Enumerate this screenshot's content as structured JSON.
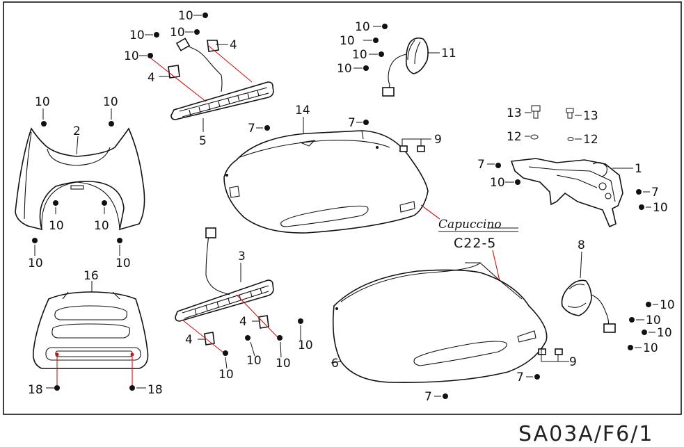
{
  "diagram": {
    "sheet_code": "SA03A/F6/1",
    "logo_text": "Capuccino",
    "logo_part_code": "C22-5",
    "parts": [
      {
        "id": "1",
        "label": "1"
      },
      {
        "id": "2",
        "label": "2"
      },
      {
        "id": "3",
        "label": "3"
      },
      {
        "id": "4",
        "label": "4"
      },
      {
        "id": "5",
        "label": "5"
      },
      {
        "id": "6",
        "label": "6"
      },
      {
        "id": "7",
        "label": "7"
      },
      {
        "id": "8",
        "label": "8"
      },
      {
        "id": "9",
        "label": "9"
      },
      {
        "id": "10",
        "label": "10"
      },
      {
        "id": "11",
        "label": "11"
      },
      {
        "id": "12",
        "label": "12"
      },
      {
        "id": "13",
        "label": "13"
      },
      {
        "id": "14",
        "label": "14"
      },
      {
        "id": "16",
        "label": "16"
      },
      {
        "id": "18",
        "label": "18"
      }
    ]
  }
}
